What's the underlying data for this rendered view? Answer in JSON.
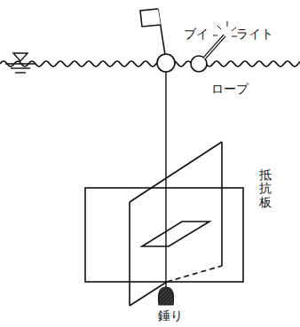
{
  "diagram": {
    "labels": [
      "ブイ",
      "ライト",
      "ロープ",
      "抵抗板",
      "錘り"
    ]
  }
}
